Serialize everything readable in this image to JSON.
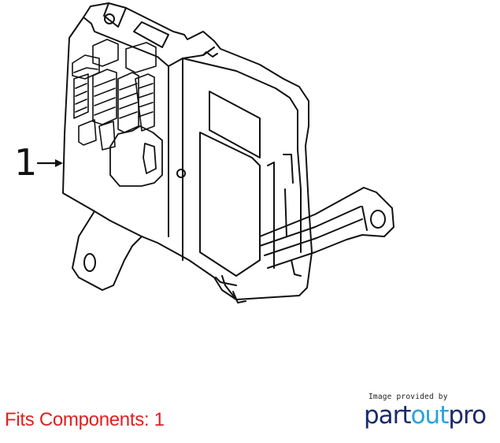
{
  "diagram": {
    "callout": "1",
    "colors": {
      "line": "#111111",
      "background": "#ffffff"
    }
  },
  "footer": {
    "fits_label": "Fits Components:",
    "fits_count": "1",
    "fits_color": "#e02020"
  },
  "credit": {
    "caption": "Image provided by",
    "logo_part": "part",
    "logo_out": "out",
    "logo_pro": "pro",
    "logo_colors": {
      "primary": "#1b2a6b",
      "accent": "#2aa3d8"
    }
  }
}
